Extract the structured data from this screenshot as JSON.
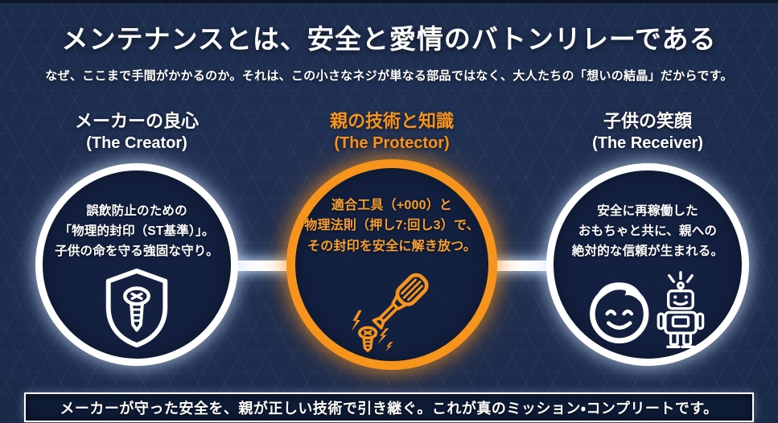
{
  "title": "メンテナンスとは、安全と愛情のバトンリレーである",
  "subtitle": "なぜ、ここまで手間がかかるのか。それは、この小さなネジが単なる部品ではなく、大人たちの「想いの結晶」だからです。",
  "stages": [
    {
      "heading": "メーカーの良心",
      "subheading": "(The Creator)",
      "body_lines": [
        "誤飲防止のための",
        "「物理的封印（ST基準）」。",
        "子供の命を守る強固な守り。"
      ],
      "icon": "shield-screw-icon",
      "accent": "#ffffff"
    },
    {
      "heading": "親の技術と知識",
      "subheading": "(The Protector)",
      "body_lines": [
        "適合工具（+000）と",
        "物理法則（押し7:回し3）で、",
        "その封印を安全に解き放つ。"
      ],
      "icon": "screwdriver-spark-icon",
      "accent": "#f7941e"
    },
    {
      "heading": "子供の笑顔",
      "subheading": "(The Receiver)",
      "body_lines": [
        "安全に再稼働した",
        "おもちゃと共に、親への",
        "絶対的な信頼が生まれる。"
      ],
      "icon": "child-robot-icon",
      "accent": "#ffffff"
    }
  ],
  "footer": "メーカーが守った安全を、親が正しい技術で引き継ぐ。これが真のミッション・コンプリートです。",
  "colors": {
    "background": "#1c2b4b",
    "circle_fill": "#132040",
    "accent_orange": "#f7941e",
    "accent_white": "#ffffff",
    "footer_bg": "#0f1d39"
  }
}
